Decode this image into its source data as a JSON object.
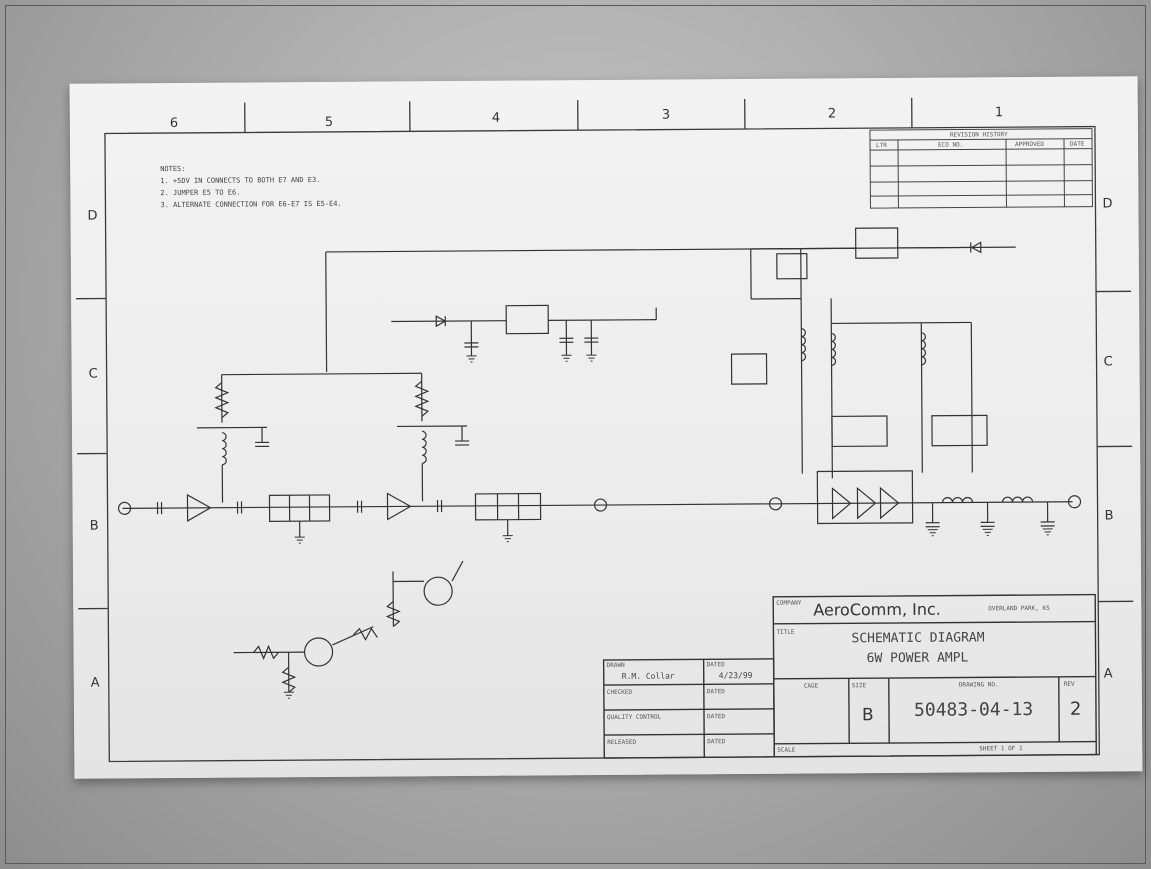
{
  "zones_top": [
    "6",
    "5",
    "4",
    "3",
    "2",
    "1"
  ],
  "zones_side": [
    "D",
    "C",
    "B",
    "A"
  ],
  "notes": [
    "NOTES:",
    "1. +5DV IN CONNECTS TO BOTH E7 AND E3.",
    "2. JUMPER E5 TO E6.",
    "3. ALTERNATE CONNECTION FOR E6-E7 IS E5-E4."
  ],
  "revision": {
    "header": "REVISION HISTORY",
    "columns": [
      "LTR",
      "ECO NO.",
      "APPROVED",
      "DATE"
    ]
  },
  "title_block": {
    "company_label": "COMPANY",
    "company": "AeroComm, Inc.",
    "location": "OVERLAND PARK, KS",
    "title_label": "TITLE",
    "title_line1": "SCHEMATIC DIAGRAM",
    "title_line2": "6W POWER AMPL",
    "size_label": "SIZE",
    "size": "B",
    "drawing_label": "DRAWING NO.",
    "drawing_no": "50483-04-13",
    "rev_label": "REV",
    "rev": "2",
    "code_label": "CAGE",
    "scale_label": "SCALE",
    "sheet_label": "SHEET 1 OF 1",
    "drawn_label": "DRAWN",
    "drawn_by": "R.M. Collar",
    "dated_label": "DATED",
    "drawn_date": "4/23/99",
    "checked_label": "CHECKED",
    "quality_label": "QUALITY CONTROL",
    "released_label": "RELEASED"
  }
}
